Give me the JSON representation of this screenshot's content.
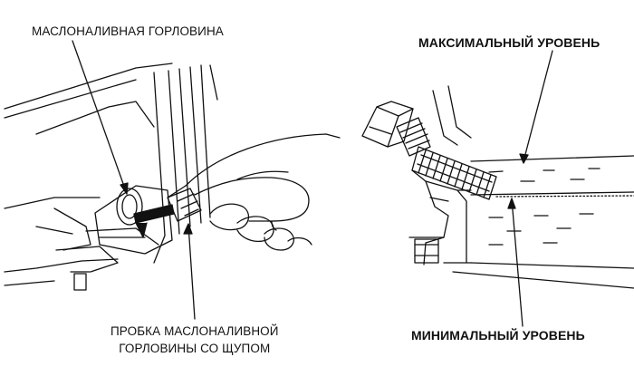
{
  "labels": {
    "filler_neck": "МАСЛОНАЛИВНАЯ ГОРЛОВИНА",
    "plug_line1": "ПРОБКА МАСЛОНАЛИВНОЙ",
    "plug_line2": "ГОРЛОВИНЫ СО ЩУПОМ",
    "max_level": "МАКСИМАЛЬНЫЙ УРОВЕНЬ",
    "min_level": "МИНИМАЛЬНЫЙ УРОВЕНЬ"
  },
  "colors": {
    "ink": "#111111",
    "background": "#ffffff"
  }
}
